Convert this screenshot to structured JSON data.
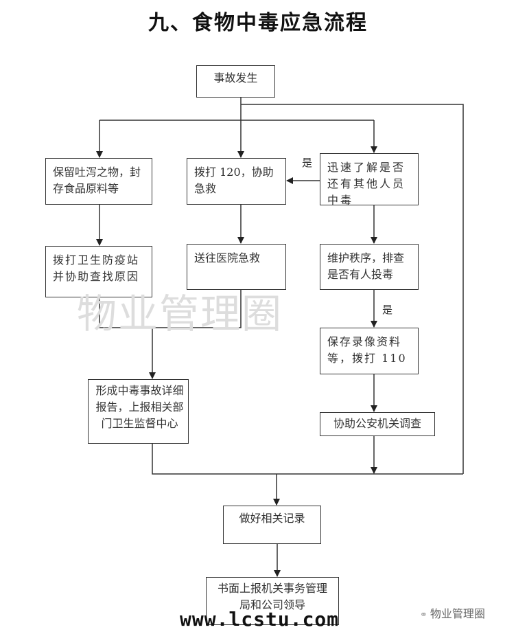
{
  "title": "九、食物中毒应急流程",
  "nodes": {
    "start": "事故发生",
    "preserve": "保留吐泻之物，封存食品原料等",
    "call120": "拨打 120，协助急救",
    "check_others": "迅速了解是否还有其他人员中毒",
    "call_epidemic": "拨打卫生防疫站并协助查找原因",
    "hospital": "送往医院急救",
    "maintain_order": "维护秩序，排查是否有人投毒",
    "save_video": "保存录像资料等，拨打 110",
    "report": "形成中毒事故详细报告，上报相关部门卫生监督中心",
    "assist_police": "协助公安机关调查",
    "record": "做好相关记录",
    "written_report": "书面上报机关事务管理局和公司领导"
  },
  "edge_labels": {
    "yes_check_to_120": "是",
    "yes_order_to_video": "是"
  },
  "watermark": "物业管理圈",
  "url_watermark": "www.lcstu.com",
  "brand": {
    "icon": "wechat-icon",
    "text": "物业管理圈"
  }
}
